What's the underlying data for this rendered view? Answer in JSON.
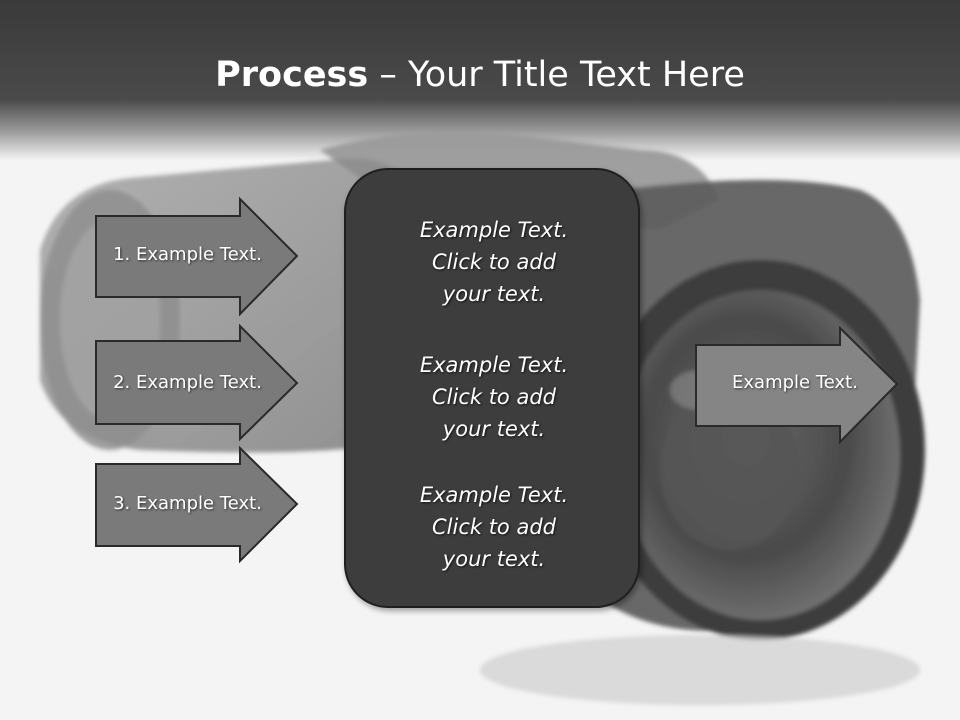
{
  "header": {
    "title_bold": "Process",
    "title_rest": " – Your Title Text Here"
  },
  "left_arrows": [
    {
      "label": "1. Example Text."
    },
    {
      "label": "2. Example Text."
    },
    {
      "label": "3. Example Text."
    }
  ],
  "center_box": {
    "items": [
      {
        "line1": "Example Text.",
        "line2": "Click  to add",
        "line3": "your text."
      },
      {
        "line1": "Example Text.",
        "line2": "Click  to add",
        "line3": "your text."
      },
      {
        "line1": "Example Text.",
        "line2": "Click  to add",
        "line3": "your text."
      }
    ]
  },
  "right_arrow": {
    "label": "Example Text."
  },
  "colors": {
    "header": "#3a3a3a",
    "arrow_fill": "#7a7a7a",
    "box_fill": "#3d3d3d"
  }
}
